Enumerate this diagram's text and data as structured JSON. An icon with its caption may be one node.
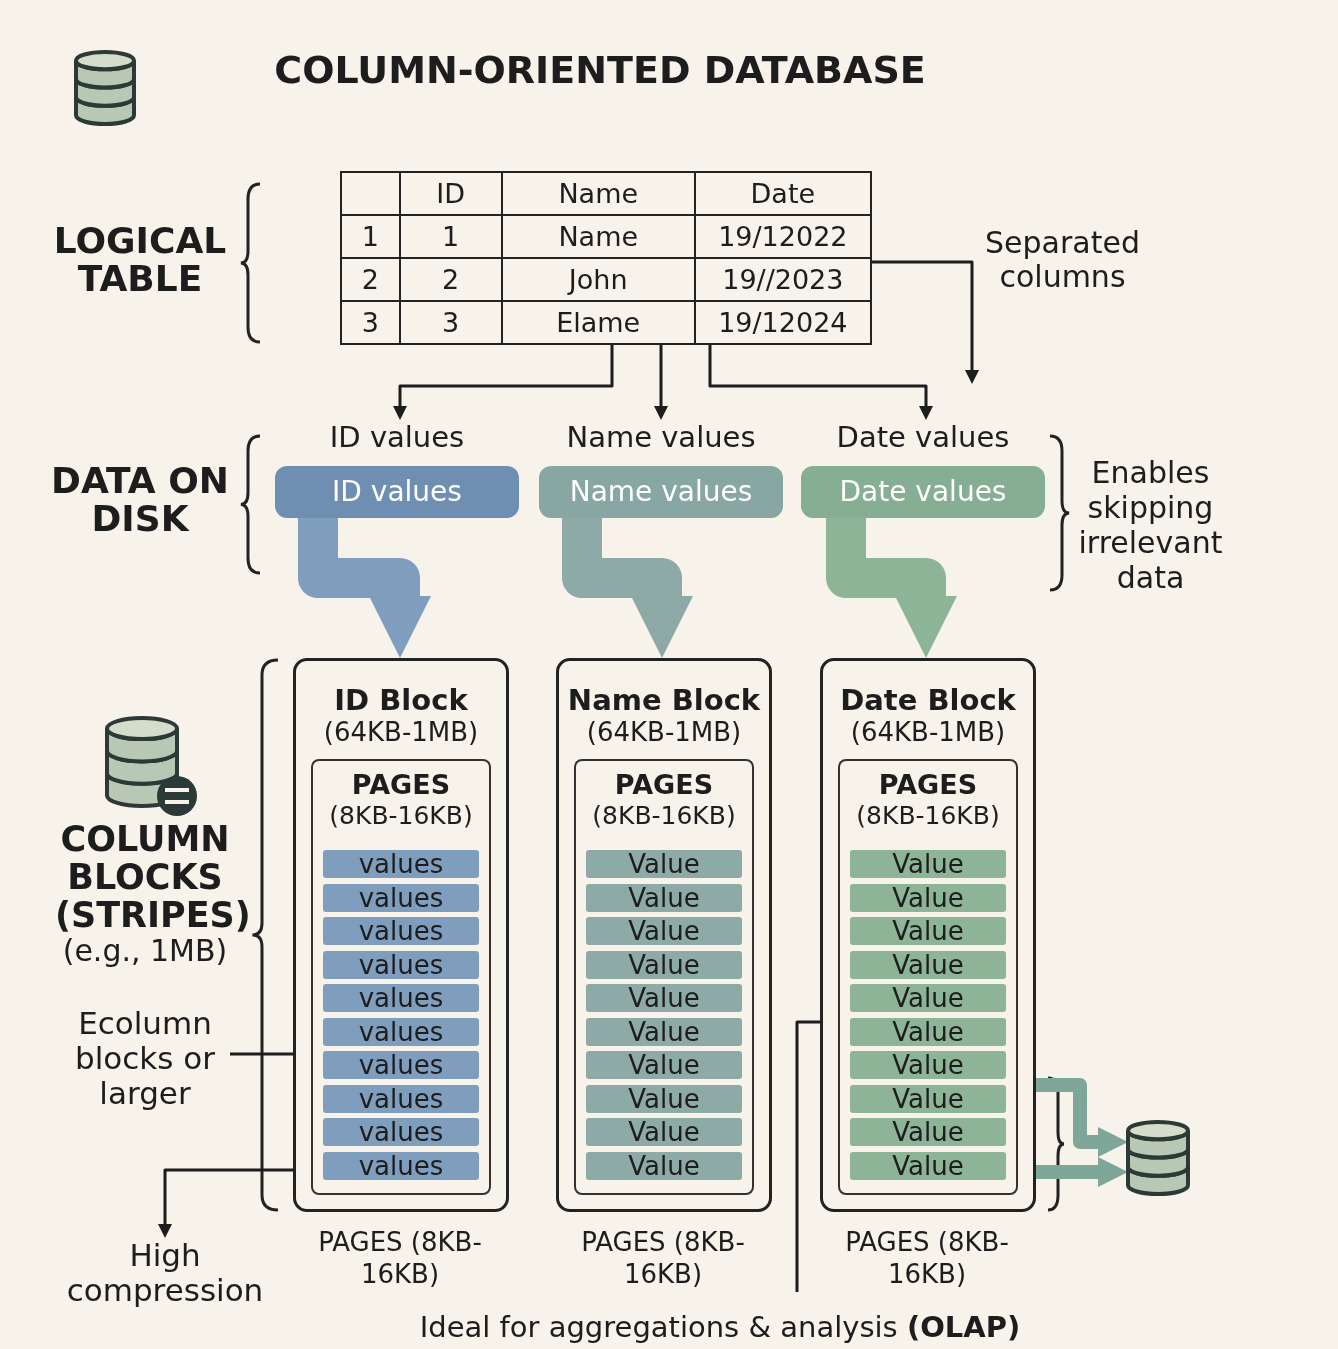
{
  "diagram": {
    "title": "COLUMN-ORIENTED DATABASE",
    "nodes": [
      {
        "text": [],
        "shape": "box"
      },
      {
        "text": [
          "ID values",
          "ID values"
        ]
      },
      {
        "text": [
          "Name values",
          "Name values"
        ]
      },
      {
        "text": [
          "Date values",
          "Date values"
        ]
      },
      {
        "text": [
          "ID Block",
          "(64KB-1MB)"
        ],
        "beside": [
          "PAGES (8KB-16KB)"
        ]
      },
      {
        "text": [
          "PAGES",
          "(8KB-16KB)"
        ],
        "in": 4
      },
      {
        "text": [
          "values"
        ],
        "in": 5
      },
      {
        "text": [
          "values"
        ],
        "in": 5
      },
      {
        "text": [
          "values"
        ],
        "in": 5
      },
      {
        "text": [
          "values"
        ],
        "in": 5
      },
      {
        "text": [
          "values"
        ],
        "in": 5
      },
      {
        "text": [
          "values"
        ],
        "in": 5
      },
      {
        "text": [
          "values"
        ],
        "in": 5
      },
      {
        "text": [
          "values"
        ],
        "in": 5
      },
      {
        "text": [
          "values"
        ],
        "in": 5
      },
      {
        "text": [
          "values"
        ],
        "in": 5
      },
      {
        "text": [
          "Name Block",
          "(64KB-1MB)"
        ],
        "beside": [
          "PAGES (8KB-16KB)"
        ]
      },
      {
        "text": [
          "PAGES",
          "(8KB-16KB)"
        ],
        "in": 16
      },
      {
        "text": [
          "Value"
        ],
        "in": 17
      },
      {
        "text": [
          "Value"
        ],
        "in": 17
      },
      {
        "text": [
          "Value"
        ],
        "in": 17
      },
      {
        "text": [
          "Value"
        ],
        "in": 17
      },
      {
        "text": [
          "Value"
        ],
        "in": 17
      },
      {
        "text": [
          "Value"
        ],
        "in": 17
      },
      {
        "text": [
          "Value"
        ],
        "in": 17
      },
      {
        "text": [
          "Value"
        ],
        "in": 17
      },
      {
        "text": [
          "Value"
        ],
        "in": 17
      },
      {
        "text": [
          "Value"
        ],
        "in": 17
      },
      {
        "text": [
          "Date Block",
          "(64KB-1MB)"
        ],
        "beside": [
          "PAGES (8KB-16KB)"
        ]
      },
      {
        "text": [
          "PAGES",
          "(8KB-16KB)"
        ],
        "in": 28
      },
      {
        "text": [
          "Value"
        ],
        "in": 29
      },
      {
        "text": [
          "Value"
        ],
        "in": 29
      },
      {
        "text": [
          "Value"
        ],
        "in": 29
      },
      {
        "text": [
          "Value"
        ],
        "in": 29
      },
      {
        "text": [
          "Value"
        ],
        "in": 29
      },
      {
        "text": [
          "Value"
        ],
        "in": 29
      },
      {
        "text": [
          "Value"
        ],
        "in": 29
      },
      {
        "text": [
          "Value"
        ],
        "in": 29
      },
      {
        "text": [
          "Value"
        ],
        "in": 29
      },
      {
        "text": [
          "Value"
        ],
        "in": 29
      },
      {
        "text": [],
        "shape": "cylinder"
      },
      {
        "text": [
          "High compression"
        ]
      },
      {
        "text": [
          "Ecolumn blocks or larger"
        ]
      }
    ],
    "edges": [
      {
        "from": 0,
        "to": 1,
        "arrow": "to"
      },
      {
        "from": 0,
        "to": 2,
        "arrow": "to"
      },
      {
        "from": 0,
        "to": 3,
        "arrow": "to"
      },
      {
        "from": 0,
        "to": null,
        "arrow": "to"
      },
      {
        "from": 1,
        "to": 4,
        "arrow": "to",
        "style": "thick",
        "color": "#7f9dbd"
      },
      {
        "from": 2,
        "to": 16,
        "arrow": "to",
        "style": "thick",
        "color": "#8eaaa6"
      },
      {
        "from": 3,
        "to": 28,
        "arrow": "to",
        "style": "thick",
        "color": "#8db497"
      },
      {
        "from": 28,
        "to": 40,
        "arrow": "to",
        "style": "thick",
        "color": "#7ea79a"
      },
      {
        "from": 28,
        "to": 40,
        "arrow": "to",
        "style": "thick",
        "color": "#7ea79a"
      },
      {
        "from": 4,
        "to": 41,
        "arrow": "to"
      },
      {
        "from": 42,
        "to": 4,
        "arrow": "none"
      },
      {
        "from": 28,
        "to": null,
        "arrow": "none"
      }
    ],
    "labels": [
      "LOGICAL TABLE",
      "ID",
      "Name",
      "Date",
      "1",
      "1",
      "Name",
      "19/12022",
      "2",
      "2",
      "John",
      "19//2023",
      "3",
      "3",
      "Elame",
      "19/12024",
      "Separated columns",
      "DATA ON DISK",
      "Enables skipping irrelevant data",
      "COLUMN BLOCKS (STRIPES)",
      "(e.g., 1MB)",
      "Ideal for aggregations & analysis **(OLAP)**"
    ]
  }
}
